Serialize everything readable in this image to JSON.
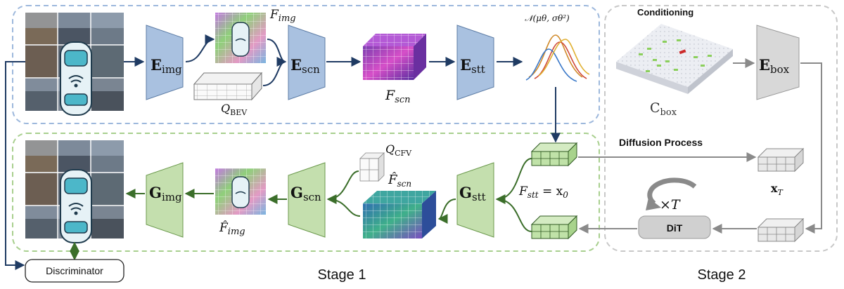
{
  "encoder": {
    "e_img": "E",
    "e_img_sub": "img",
    "e_scn": "E",
    "e_scn_sub": "scn",
    "e_stt": "E",
    "e_stt_sub": "stt",
    "e_box": "E",
    "e_box_sub": "box"
  },
  "decoder": {
    "g_img": "G",
    "g_img_sub": "img",
    "g_scn": "G",
    "g_scn_sub": "scn",
    "g_stt": "G",
    "g_stt_sub": "stt"
  },
  "labels": {
    "f_img": "F",
    "f_img_sub": "img",
    "q_bev": "Q",
    "q_bev_sub": "BEV",
    "f_scn": "F",
    "f_scn_sub": "scn",
    "normal_dist": "𝒩(μθ, σθ²)",
    "q_cfv": "Q",
    "q_cfv_sub": "CFV",
    "f_scn_hat": "F̂",
    "f_scn_hat_sub": "scn",
    "f_img_hat": "F̂",
    "f_img_hat_sub": "img",
    "f_stt_eq": "F",
    "f_stt_eq_sub": "stt",
    "f_stt_rhs": " = x",
    "f_stt_rhs_sub": "0",
    "c_box": "C",
    "c_box_sub": "box",
    "x_t": "x",
    "x_t_sub": "T",
    "times_t": "×T"
  },
  "blocks": {
    "conditioning": "Conditioning",
    "diffusion_process": "Diffusion Process",
    "dit": "DiT",
    "discriminator": "Discriminator"
  },
  "stages": {
    "stage1": "Stage 1",
    "stage2": "Stage 2"
  },
  "colors": {
    "stage1_top_border": "#9db8dc",
    "stage1_bottom_border": "#a8cf8e",
    "stage2_border": "#c8c8c8",
    "encoder_fill": "#a9c1e0",
    "decoder_fill": "#c4dfae",
    "gray_block": "#d8d8d8",
    "arrow_dark": "#1f3b63",
    "arrow_green": "#3b6e2a",
    "arrow_gray": "#8a8a8a"
  }
}
